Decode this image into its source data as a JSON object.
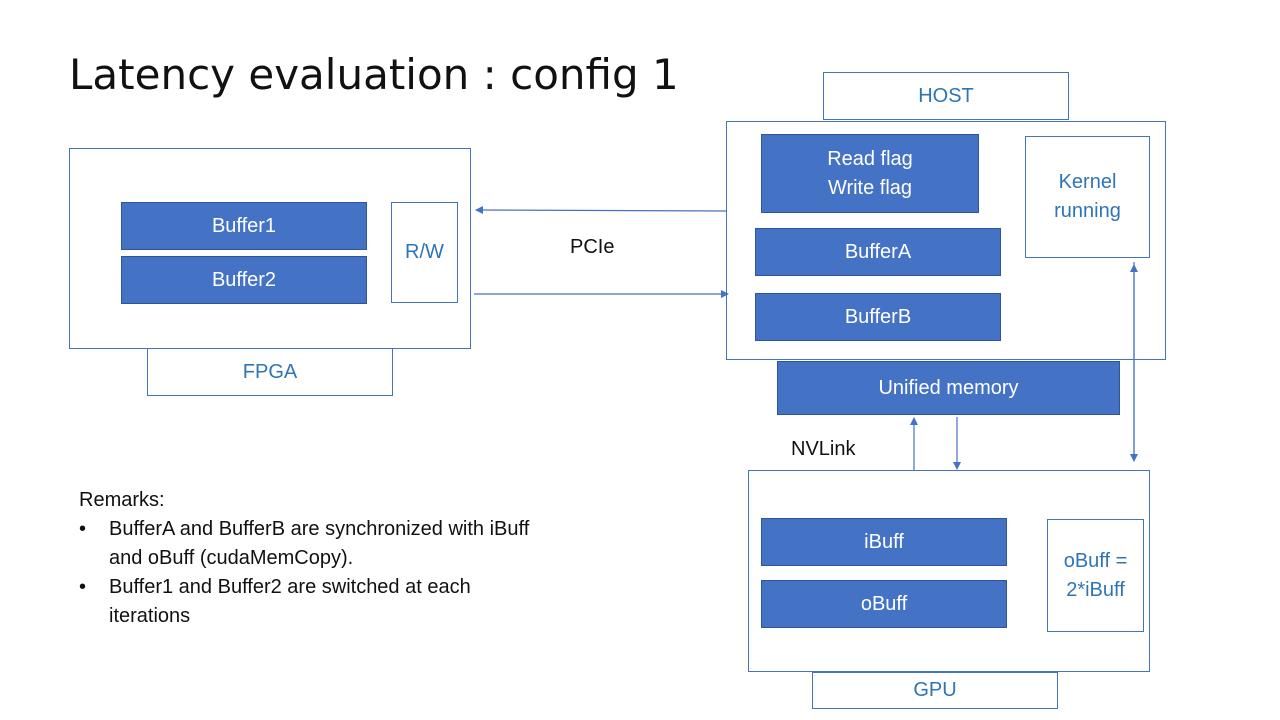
{
  "title": "Latency evaluation : config 1",
  "fpga": {
    "label": "FPGA",
    "buffer1": "Buffer1",
    "buffer2": "Buffer2",
    "rw": "R/W"
  },
  "link_pcie": "PCIe",
  "host": {
    "label": "HOST",
    "flags": "Read flag\nWrite flag",
    "kernel": "Kernel\nrunning",
    "buffer_a": "BufferA",
    "buffer_b": "BufferB"
  },
  "unified_memory": "Unified memory",
  "link_nvlink": "NVLink",
  "gpu": {
    "label": "GPU",
    "ibuff": "iBuff",
    "obuff": "oBuff",
    "formula": "oBuff =\n2*iBuff"
  },
  "remarks": {
    "heading": "Remarks:",
    "bullet": "•",
    "items": [
      "BufferA and BufferB are synchronized with iBuff and oBuff (cudaMemCopy).",
      "Buffer1 and Buffer2 are switched at each iterations"
    ]
  },
  "colors": {
    "accent": "#4472C4",
    "accent_border": "#2F5597",
    "label_text": "#2E75B6"
  }
}
